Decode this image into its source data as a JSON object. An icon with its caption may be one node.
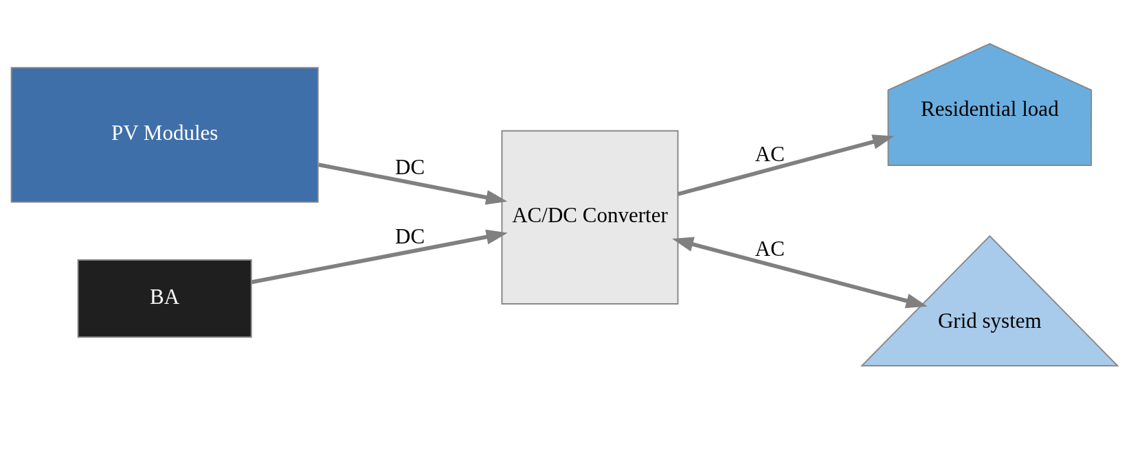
{
  "diagram": {
    "nodes": [
      {
        "text": [
          "PV Modules"
        ]
      },
      {
        "text": [
          "BA"
        ]
      },
      {
        "text": [
          "AC/DC Converter"
        ]
      },
      {
        "text": [
          "Residential load"
        ]
      },
      {
        "text": [
          "Grid system"
        ]
      }
    ],
    "edges": [
      {
        "from": 0,
        "to": 2,
        "arrow": "to",
        "label": "DC"
      },
      {
        "from": 1,
        "to": 2,
        "arrow": "to",
        "label": "DC"
      },
      {
        "from": 2,
        "to": 3,
        "arrow": "to",
        "label": "AC"
      },
      {
        "from": 2,
        "to": 4,
        "arrow": "both",
        "label": "AC"
      }
    ]
  }
}
